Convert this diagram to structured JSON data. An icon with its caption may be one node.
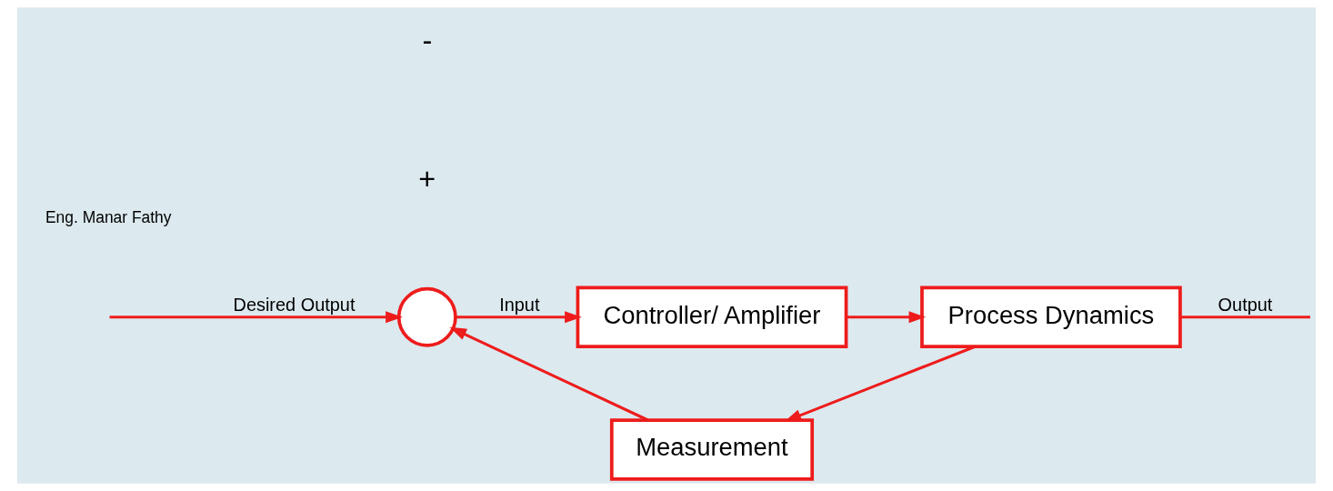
{
  "diagram": {
    "nodes": [
      {
        "text": [],
        "shape": "circle"
      },
      {
        "text": [
          "Controller/ Amplifier"
        ]
      },
      {
        "text": [
          "Process Dynamics"
        ]
      },
      {
        "text": [
          "Measurement"
        ]
      }
    ],
    "edges": [
      {
        "from": null,
        "to": 0,
        "arrow": "to",
        "label": "Desired Output"
      },
      {
        "from": 0,
        "to": 1,
        "arrow": "to",
        "label": "Input"
      },
      {
        "from": 1,
        "to": 2,
        "arrow": "to"
      },
      {
        "from": 2,
        "to": null,
        "arrow": "none",
        "label": "Output"
      },
      {
        "from": 2,
        "to": 3,
        "arrow": "to"
      },
      {
        "from": 3,
        "to": 0,
        "arrow": "to"
      }
    ],
    "labels": [
      "+",
      "-",
      "Eng. Manar Fathy"
    ]
  }
}
